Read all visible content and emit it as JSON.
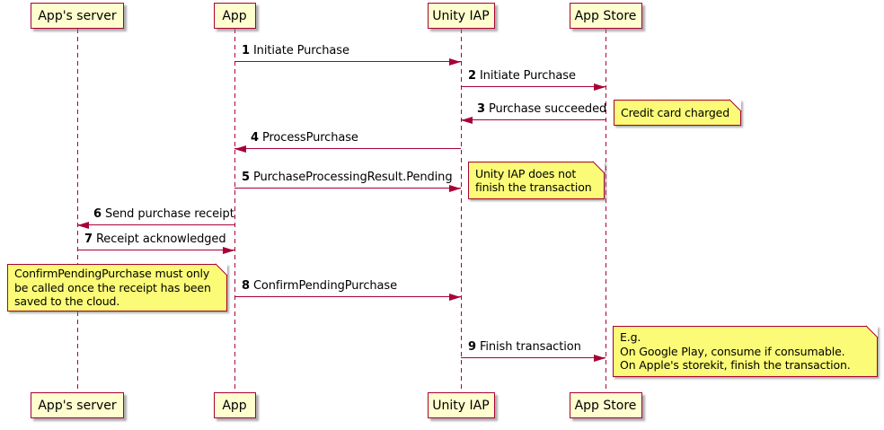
{
  "diagram": {
    "type": "sequence",
    "style": "plantuml",
    "participants": [
      {
        "id": "apps-server",
        "label": "App's server"
      },
      {
        "id": "app",
        "label": "App"
      },
      {
        "id": "unity-iap",
        "label": "Unity IAP"
      },
      {
        "id": "app-store",
        "label": "App Store"
      }
    ],
    "messages": [
      {
        "num": "1",
        "label": "Initiate Purchase",
        "from": "app",
        "to": "unity-iap"
      },
      {
        "num": "2",
        "label": "Initiate Purchase",
        "from": "unity-iap",
        "to": "app-store"
      },
      {
        "num": "3",
        "label": "Purchase succeeded",
        "from": "app-store",
        "to": "unity-iap"
      },
      {
        "num": "4",
        "label": "ProcessPurchase",
        "from": "unity-iap",
        "to": "app"
      },
      {
        "num": "5",
        "label": "PurchaseProcessingResult.Pending",
        "from": "app",
        "to": "unity-iap"
      },
      {
        "num": "6",
        "label": "Send purchase receipt",
        "from": "app",
        "to": "apps-server"
      },
      {
        "num": "7",
        "label": "Receipt acknowledged",
        "from": "apps-server",
        "to": "app"
      },
      {
        "num": "8",
        "label": "ConfirmPendingPurchase",
        "from": "app",
        "to": "unity-iap"
      },
      {
        "num": "9",
        "label": "Finish transaction",
        "from": "unity-iap",
        "to": "app-store"
      }
    ],
    "notes": [
      {
        "id": "note-credit-card-charged",
        "anchor": "app-store",
        "lines": [
          "Credit card charged"
        ]
      },
      {
        "id": "note-unity-iap-pending",
        "anchor": "unity-iap",
        "lines": [
          "Unity IAP does not",
          "finish the transaction"
        ]
      },
      {
        "id": "note-confirm-pending-purchase",
        "anchor": "apps-server",
        "lines": [
          "ConfirmPendingPurchase must only",
          "be called once the receipt has been",
          "saved to the cloud."
        ]
      },
      {
        "id": "note-finish-transaction-examples",
        "anchor": "app-store",
        "lines": [
          "E.g.",
          "On Google Play, consume if consumable.",
          "On Apple's storekit, finish the transaction."
        ]
      }
    ],
    "colors": {
      "participant_fill": "#FEFECE",
      "note_fill": "#FBFB77",
      "accent": "#A80036",
      "text": "#000000",
      "background": "#FFFFFF",
      "shadow": "#888888"
    }
  }
}
